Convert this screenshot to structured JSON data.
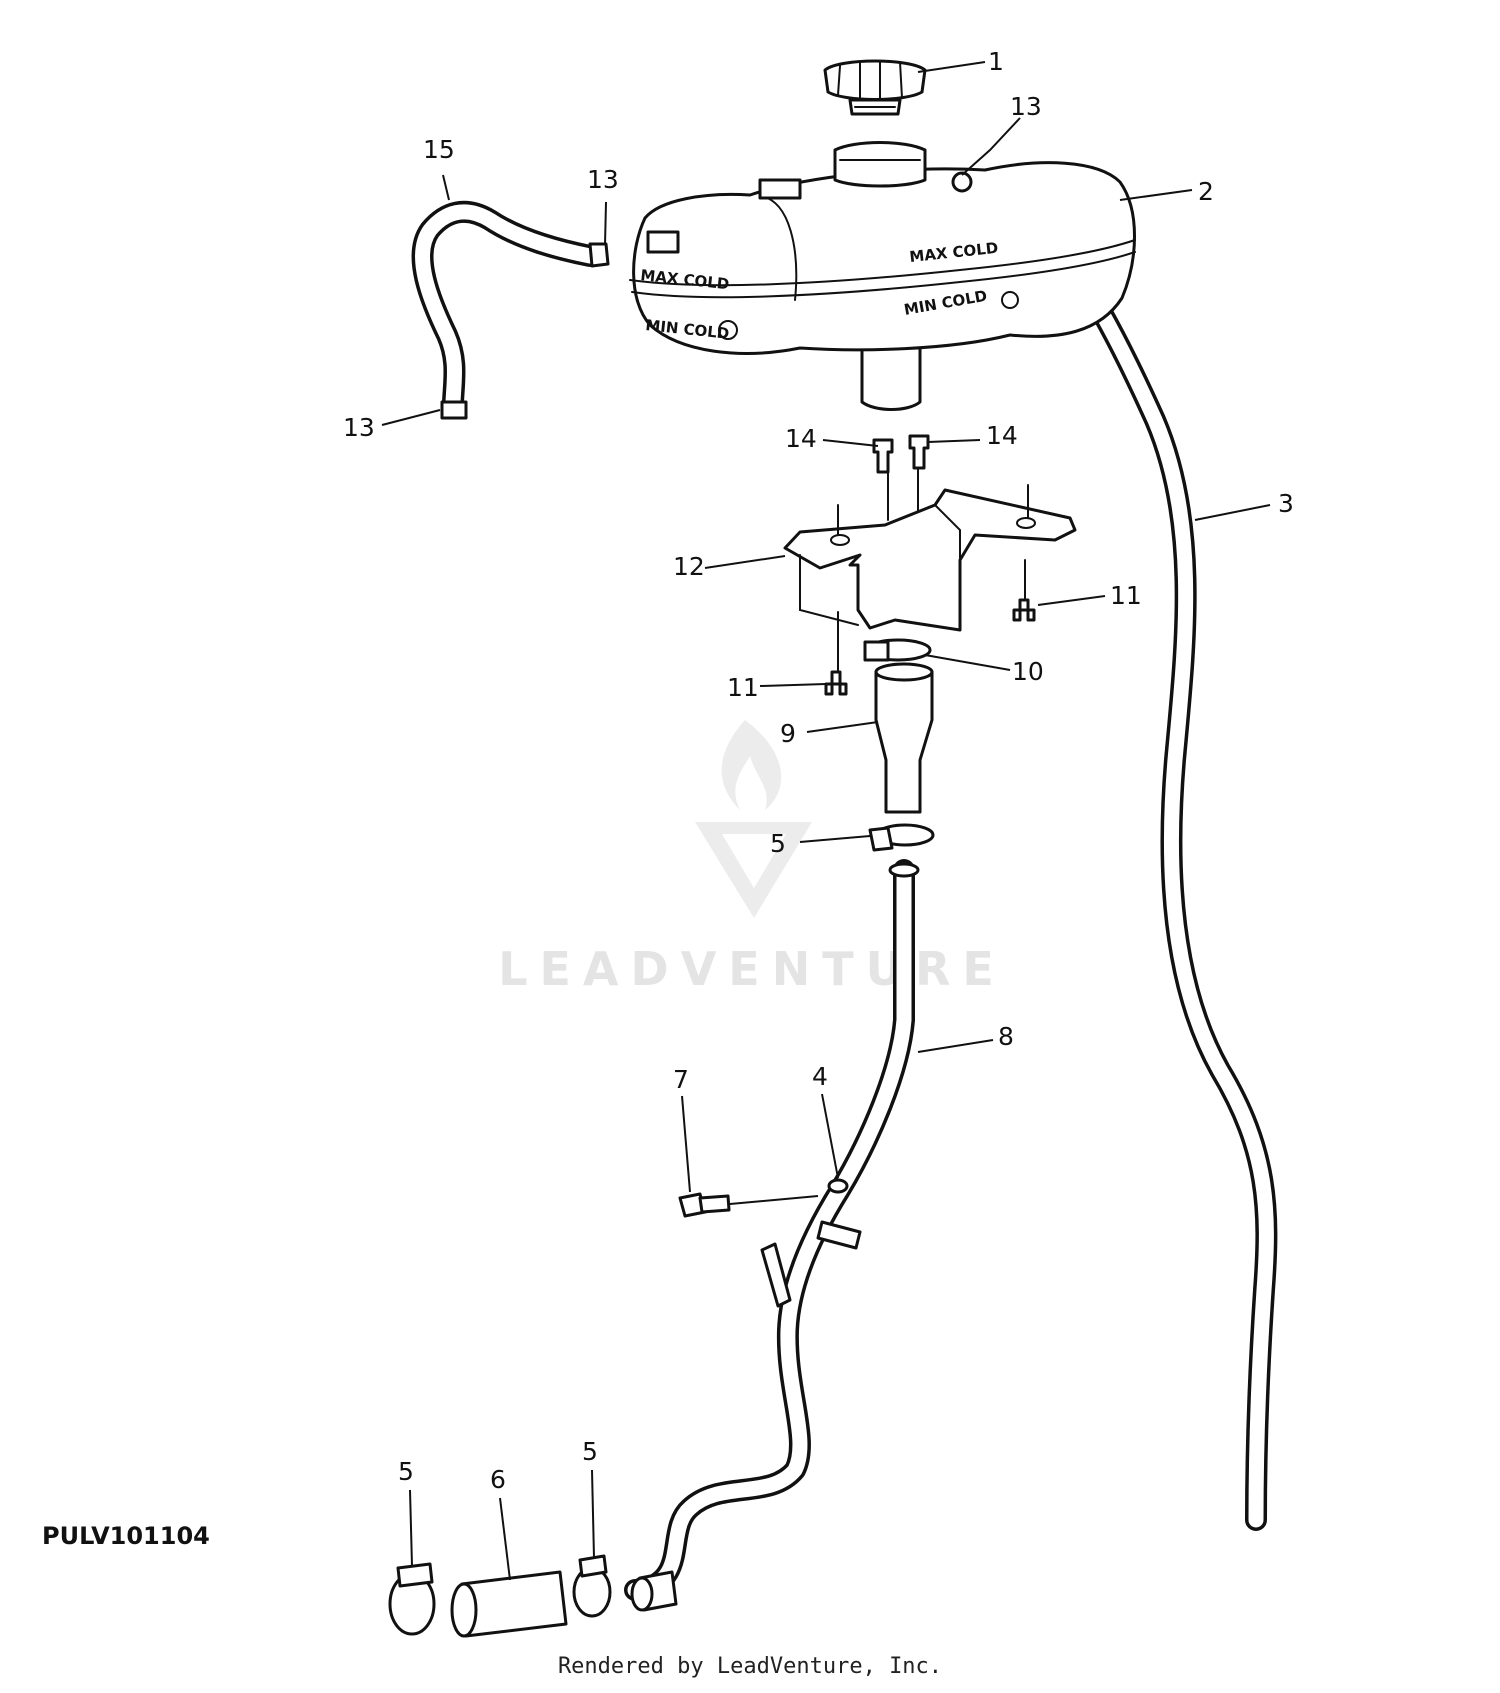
{
  "diagram": {
    "id": "PULV101104",
    "footer": "Rendered by LeadVenture, Inc.",
    "watermark": "LEADVENTURE",
    "embossing": {
      "max_cold_top": "MAX COLD",
      "max_cold_left": "MAX COLD",
      "min_cold_left": "MIN COLD",
      "min_cold_right": "MIN COLD"
    },
    "callouts": [
      "1",
      "2",
      "3",
      "4",
      "5",
      "5",
      "5",
      "6",
      "7",
      "8",
      "9",
      "10",
      "11",
      "11",
      "12",
      "13",
      "13",
      "13",
      "13",
      "14",
      "14",
      "15"
    ]
  }
}
